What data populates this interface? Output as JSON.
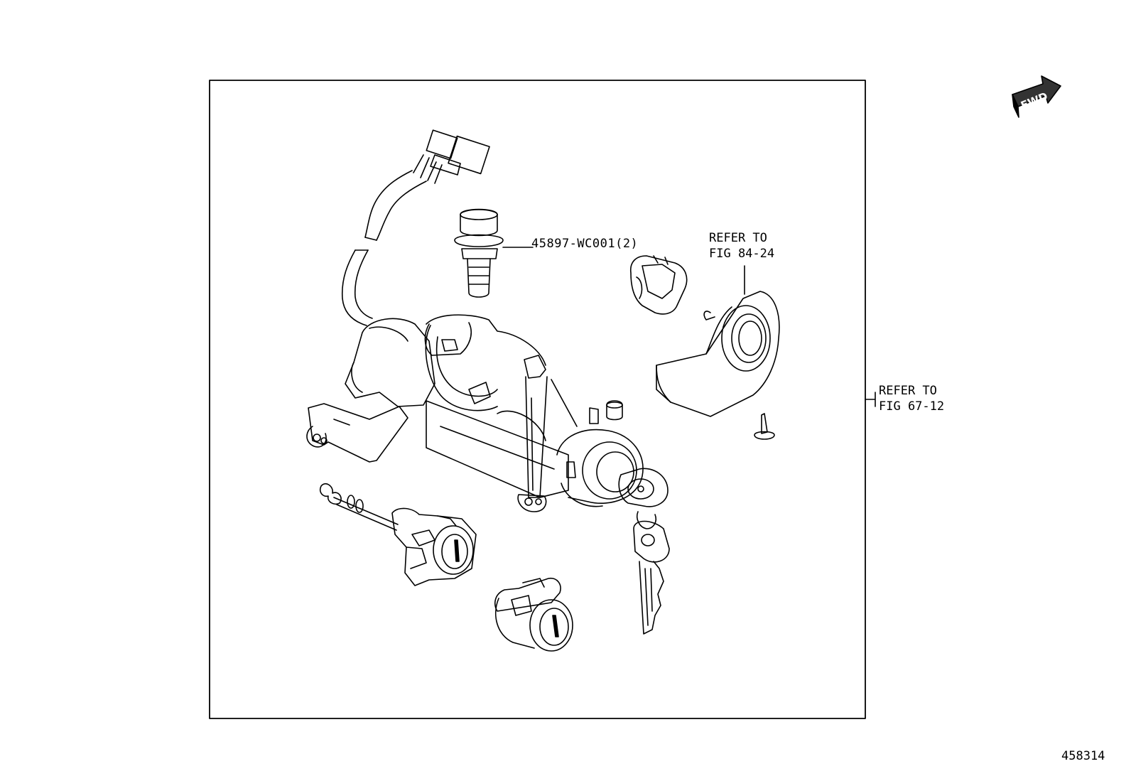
{
  "diagram": {
    "figure_number": "458314",
    "direction_arrow": "FWD",
    "callouts": {
      "bolt_part": "45897-WC001(2)",
      "refer_upper_line1": "REFER TO",
      "refer_upper_line2": "FIG 84-24",
      "refer_right_line1": "REFER TO",
      "refer_right_line2": "FIG 67-12"
    },
    "parts": [
      "wire-harness-connector",
      "bolt",
      "steering-lock-assembly",
      "grommet",
      "ignition-cover",
      "screw",
      "ignition-keys",
      "door-lock-cylinder",
      "glove-box-lock-cylinder"
    ]
  }
}
